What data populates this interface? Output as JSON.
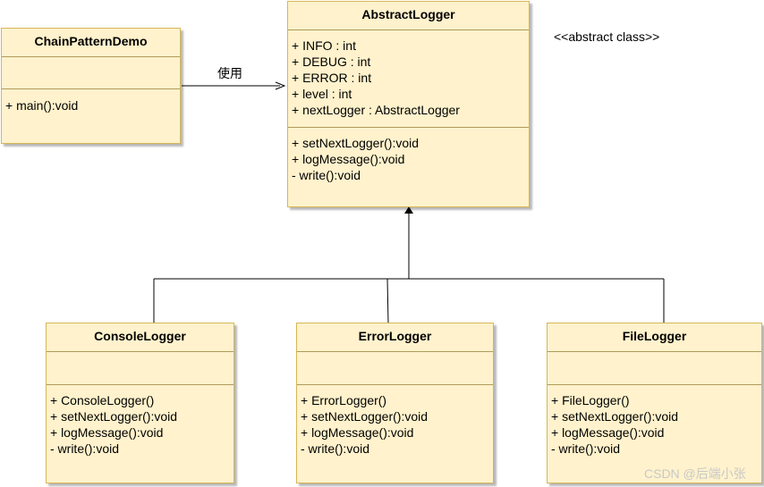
{
  "classes": {
    "demo": {
      "name": "ChainPatternDemo",
      "methods": [
        "+ main():void"
      ]
    },
    "abstract_logger": {
      "name": "AbstractLogger",
      "fields": [
        "+ INFO : int",
        "+ DEBUG : int",
        "+ ERROR : int",
        "+ level : int",
        "+ nextLogger : AbstractLogger"
      ],
      "methods": [
        "+ setNextLogger():void",
        "+ logMessage():void",
        "- write():void"
      ]
    },
    "console_logger": {
      "name": "ConsoleLogger",
      "methods": [
        "+ ConsoleLogger()",
        "+ setNextLogger():void",
        "+ logMessage():void",
        "- write():void"
      ]
    },
    "error_logger": {
      "name": "ErrorLogger",
      "methods": [
        "+ ErrorLogger()",
        "+ setNextLogger():void",
        "+ logMessage():void",
        "- write():void"
      ]
    },
    "file_logger": {
      "name": "FileLogger",
      "methods": [
        "+ FileLogger()",
        "+ setNextLogger():void",
        "+ logMessage():void",
        "- write():void"
      ]
    }
  },
  "labels": {
    "uses": "使用",
    "stereotype": "<<abstract class>>"
  },
  "watermark": "CSDN @后端小张",
  "colors": {
    "class_fill": "#fff2cc",
    "class_border": "#d6b656"
  }
}
